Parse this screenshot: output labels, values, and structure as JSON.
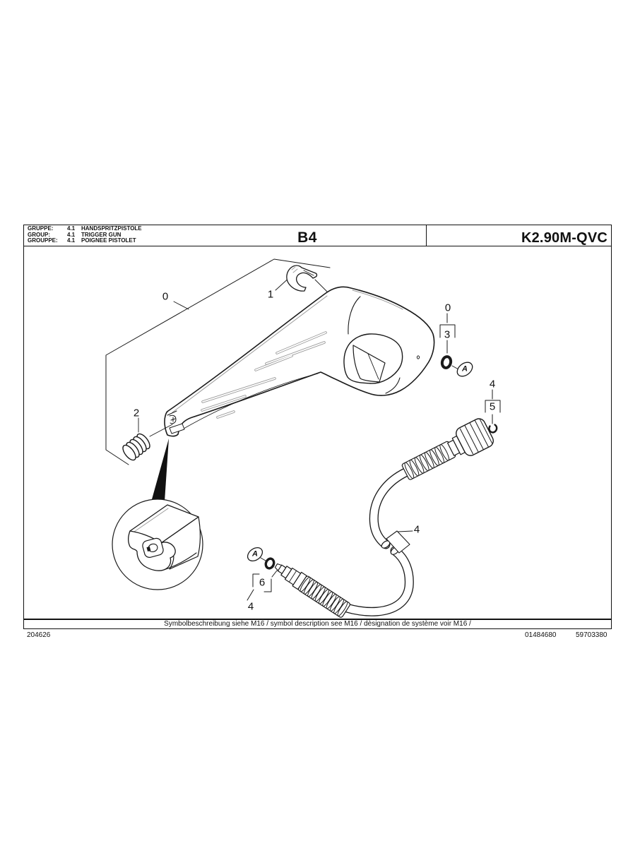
{
  "header": {
    "rows": [
      {
        "label": "GRUPPE:",
        "code": "4.1",
        "name": "HANDSPRITZPISTOLE"
      },
      {
        "label": "GROUP:",
        "code": "4.1",
        "name": "TRIGGER GUN"
      },
      {
        "label": "GROUPPE:",
        "code": "4.1",
        "name": "POIGNEE PISTOLET"
      }
    ],
    "sheet_code": "B4",
    "model_code": "K2.90M-QVC"
  },
  "footer": {
    "symbol_note": "Symbolbeschreibung siehe M16 / symbol description see M16 / dèsignation de système voir M16 /",
    "doc_number": "204626",
    "order_number": "01484680",
    "revision_number": "59703380"
  },
  "labels": [
    {
      "id": "assembly-bracket",
      "text": "0"
    },
    {
      "id": "clip",
      "text": "1"
    },
    {
      "id": "spring",
      "text": "2"
    },
    {
      "id": "oring-group",
      "text": "0"
    },
    {
      "id": "oring",
      "text": "3"
    },
    {
      "id": "hose-coupling",
      "text": "4"
    },
    {
      "id": "circlip",
      "text": "5"
    },
    {
      "id": "hose-middle",
      "text": "4"
    },
    {
      "id": "hose-nipple-kit",
      "text": "6"
    },
    {
      "id": "hose-end",
      "text": "4"
    },
    {
      "id": "symbol-a-upper",
      "text": "A"
    },
    {
      "id": "symbol-a-lower",
      "text": "A"
    }
  ],
  "colors": {
    "line": "#1a1a1a",
    "highlight": "#9b9b9b",
    "paper": "#ffffff"
  }
}
